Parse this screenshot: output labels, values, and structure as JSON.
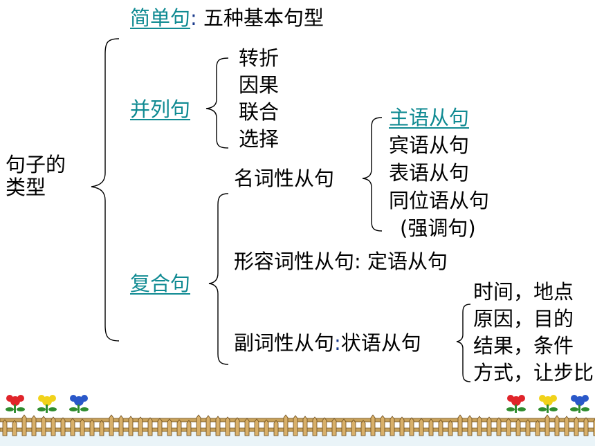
{
  "root_label": "句子的\n类型",
  "simple": {
    "link": "简单句",
    "colon": ":",
    "desc": "五种基本句型"
  },
  "compound": {
    "link": "并列句",
    "items": [
      "转折",
      "因果",
      "联合",
      "选择"
    ]
  },
  "complex": {
    "link": "复合句",
    "noun_clause": {
      "label": "名词性从句",
      "items": [
        "主语从句",
        "宾语从句",
        "表语从句",
        "同位语从句",
        "(强调句)"
      ]
    },
    "adj_clause": {
      "label": "形容词性从句",
      "colon": ":",
      "type": "定语从句"
    },
    "adv_clause": {
      "label": "副词性从句",
      "colon": ":",
      "type": "状语从句",
      "items": [
        "时间，地点",
        "原因，目的",
        "结果，条件",
        "方式，让步比"
      ]
    }
  },
  "colors": {
    "link": "#0f8a92",
    "text": "#000000",
    "colon_blue": "#1a3a8c"
  }
}
